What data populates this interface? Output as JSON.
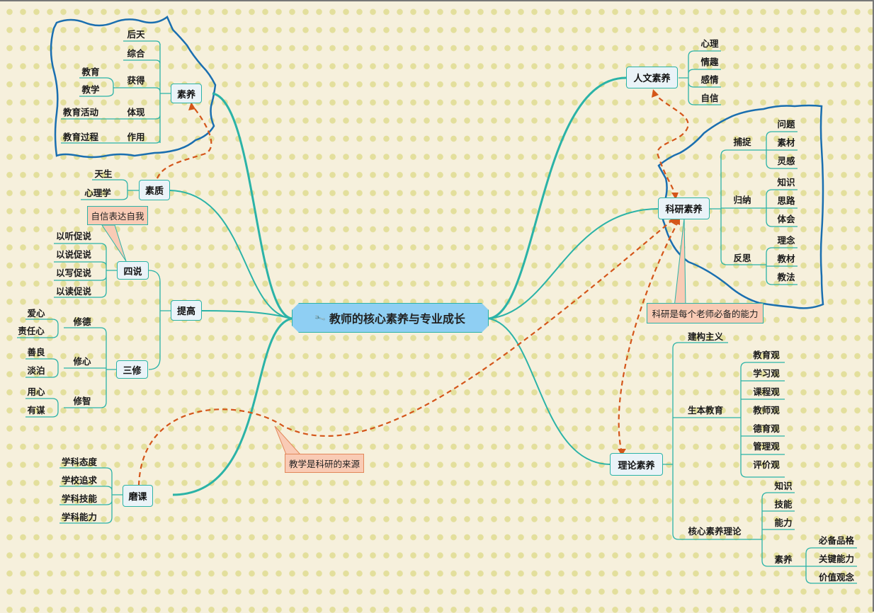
{
  "central": {
    "title": "教师的核心素养与专业成长",
    "icon": "wrench-icon"
  },
  "left": {
    "suyang": {
      "label": "素养",
      "children": [
        "后天",
        "综合",
        "获得",
        "体现",
        "作用"
      ],
      "huode_children": [
        "教育",
        "教学"
      ],
      "tixian_child": "教育活动",
      "zuoyong_child": "教育过程"
    },
    "suzhi": {
      "label": "素质",
      "children": [
        "天生",
        "心理学"
      ]
    },
    "tigao": {
      "label": "提高",
      "sishuo": {
        "label": "四说",
        "children": [
          "以听促说",
          "以说促说",
          "以写促说",
          "以读促说"
        ],
        "callout": "自信表达自我"
      },
      "sanxiu": {
        "label": "三修",
        "xiude": {
          "label": "修德",
          "children": [
            "爱心",
            "责任心"
          ]
        },
        "xiuxin": {
          "label": "修心",
          "children": [
            "善良",
            "淡泊"
          ]
        },
        "xiuzhi": {
          "label": "修智",
          "children": [
            "用心",
            "有谋"
          ]
        }
      }
    },
    "moke": {
      "label": "磨课",
      "children": [
        "学科态度",
        "学校追求",
        "学科技能",
        "学科能力"
      ]
    }
  },
  "right": {
    "renwen": {
      "label": "人文素养",
      "children": [
        "心理",
        "情趣",
        "感情",
        "自信"
      ]
    },
    "keyan": {
      "label": "科研素养",
      "callout": "科研是每个老师必备的能力",
      "buzhuo": {
        "label": "捕捉",
        "children": [
          "问题",
          "素材",
          "灵感"
        ]
      },
      "guina": {
        "label": "归纳",
        "children": [
          "知识",
          "思路",
          "体会"
        ]
      },
      "fansi": {
        "label": "反思",
        "children": [
          "理念",
          "教材",
          "教法"
        ]
      }
    },
    "lilun": {
      "label": "理论素养",
      "jiangou": {
        "label": "建构主义"
      },
      "shengben": {
        "label": "生本教育",
        "children": [
          "教育观",
          "学习观",
          "课程观",
          "教师观",
          "德育观",
          "管理观",
          "评价观"
        ]
      },
      "hexin": {
        "label": "核心素养理论",
        "children": [
          "知识",
          "技能",
          "能力",
          "素养"
        ],
        "suyang_children": [
          "必备品格",
          "关键能力",
          "价值观念"
        ]
      }
    }
  },
  "relations": {
    "teaching_callout": "教学是科研的来源"
  },
  "colors": {
    "branch": "#2bb3a7",
    "relation": "#d4561a",
    "boundary": "#1a6fb0",
    "central_fill": "#8fcff3",
    "callout_fill": "#f9cbb5"
  }
}
